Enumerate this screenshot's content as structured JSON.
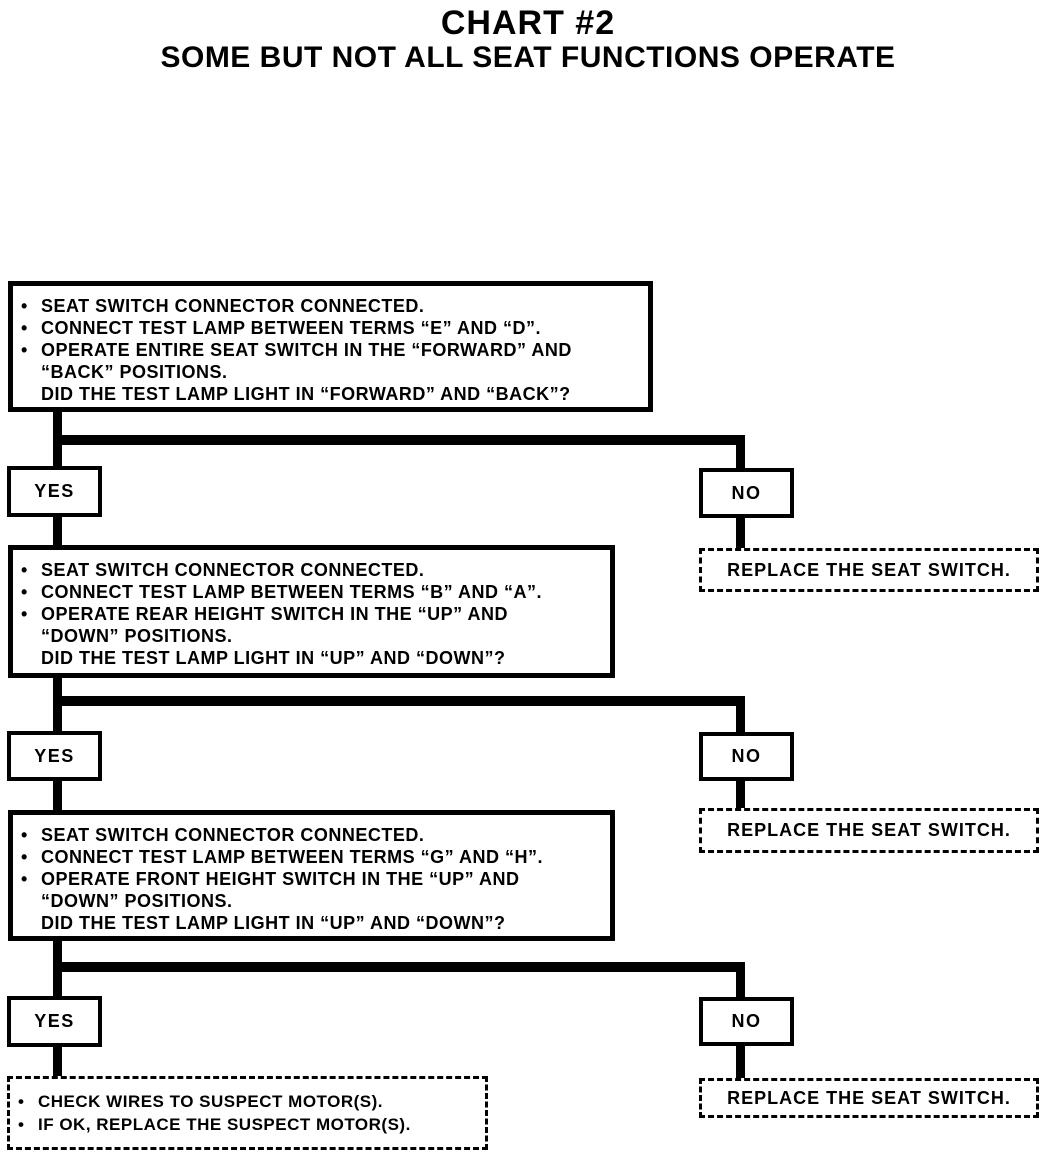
{
  "title": "CHART #2",
  "subtitle": "SOME BUT NOT ALL SEAT FUNCTIONS OPERATE",
  "icons": {
    "bullet": "•"
  },
  "colors": {
    "ink": "#000000",
    "paper": "#ffffff"
  },
  "steps": [
    {
      "bullets": [
        "SEAT SWITCH CONNECTOR CONNECTED.",
        "CONNECT TEST LAMP BETWEEN TERMS “E” AND “D”.",
        "OPERATE ENTIRE SEAT SWITCH IN THE “FORWARD” AND\n“BACK” POSITIONS."
      ],
      "question": "DID THE TEST LAMP LIGHT IN “FORWARD” AND “BACK”?",
      "yes_label": "YES",
      "no_label": "NO",
      "no_result": "REPLACE THE SEAT SWITCH."
    },
    {
      "bullets": [
        "SEAT SWITCH CONNECTOR CONNECTED.",
        "CONNECT TEST LAMP BETWEEN TERMS “B” AND “A”.",
        "OPERATE REAR HEIGHT SWITCH IN THE “UP” AND\n“DOWN” POSITIONS."
      ],
      "question": "DID THE TEST LAMP LIGHT IN “UP” AND “DOWN”?",
      "yes_label": "YES",
      "no_label": "NO",
      "no_result": "REPLACE THE SEAT SWITCH."
    },
    {
      "bullets": [
        "SEAT SWITCH CONNECTOR CONNECTED.",
        "CONNECT TEST LAMP BETWEEN TERMS “G” AND “H”.",
        "OPERATE FRONT HEIGHT SWITCH IN THE “UP” AND\n“DOWN” POSITIONS."
      ],
      "question": "DID THE TEST LAMP LIGHT IN “UP” AND “DOWN”?",
      "yes_label": "YES",
      "no_label": "NO",
      "no_result": "REPLACE THE SEAT SWITCH."
    }
  ],
  "final_result": {
    "bullets": [
      "CHECK WIRES TO SUSPECT MOTOR(S).",
      "IF OK, REPLACE THE SUSPECT MOTOR(S)."
    ]
  }
}
